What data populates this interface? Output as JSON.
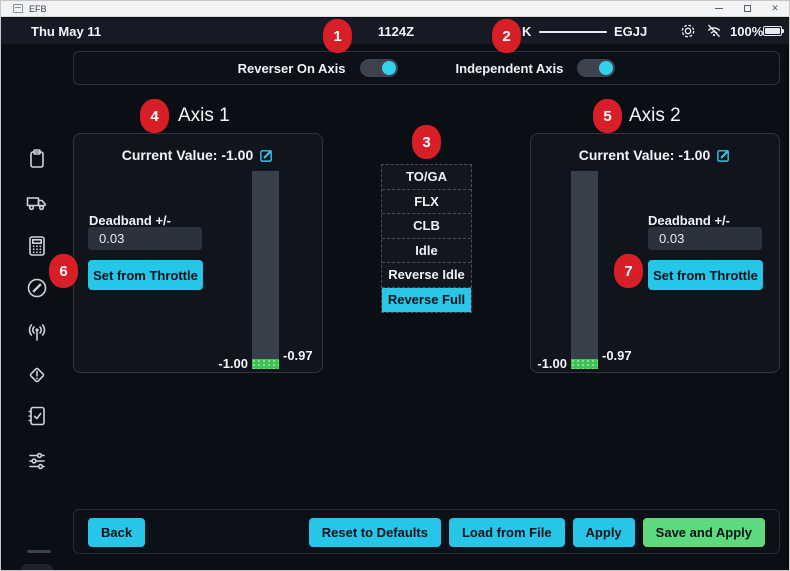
{
  "window": {
    "title": "EFB",
    "controls": {
      "minimize": "minimize",
      "maximize": "maximize",
      "close": "close"
    }
  },
  "status_bar": {
    "date": "Thu May 11",
    "time": "1124Z",
    "route_partial": "K",
    "destination": "EGJJ",
    "battery_percent": "100%",
    "icons": [
      "gear-icon",
      "wifi-off-icon",
      "battery-icon"
    ]
  },
  "sidebar": {
    "items": [
      {
        "icon": "clipboard-icon"
      },
      {
        "icon": "truck-icon"
      },
      {
        "icon": "calculator-icon"
      },
      {
        "icon": "compass-icon"
      },
      {
        "icon": "antenna-icon"
      },
      {
        "icon": "warning-diamond-icon"
      },
      {
        "icon": "notebook-check-icon"
      },
      {
        "icon": "sliders-icon"
      }
    ],
    "bottom_icon": "gear-icon"
  },
  "toggles": {
    "reverser": {
      "label": "Reverser On Axis",
      "state": "on"
    },
    "independent": {
      "label": "Independent Axis",
      "state": "on"
    }
  },
  "axis1": {
    "title": "Axis 1",
    "current_value": "Current Value: -1.00",
    "deadband_label": "Deadband +/-",
    "deadband_value": "0.03",
    "set_button": "Set from Throttle",
    "bar_min": "-1.00",
    "bar_value": "-0.97"
  },
  "axis2": {
    "title": "Axis 2",
    "current_value": "Current Value: -1.00",
    "deadband_label": "Deadband +/-",
    "deadband_value": "0.03",
    "set_button": "Set from Throttle",
    "bar_min": "-1.00",
    "bar_value": "-0.97"
  },
  "detents": {
    "items": [
      "TO/GA",
      "FLX",
      "CLB",
      "Idle",
      "Reverse Idle",
      "Reverse Full"
    ],
    "selected": "Reverse Full",
    "selected_index": 5
  },
  "footer": {
    "back": "Back",
    "reset": "Reset to Defaults",
    "load": "Load from File",
    "apply": "Apply",
    "save": "Save and Apply"
  },
  "annotations": [
    "1",
    "2",
    "3",
    "4",
    "5",
    "6",
    "7"
  ],
  "colors": {
    "accent_cyan": "#27c5e7",
    "success_green": "#5dd97e",
    "badge_red": "#d81f27",
    "bar_green": "#3ec258",
    "bar_track": "#3a404b",
    "background": "#0a0e15",
    "status_bar": "#151a25"
  }
}
